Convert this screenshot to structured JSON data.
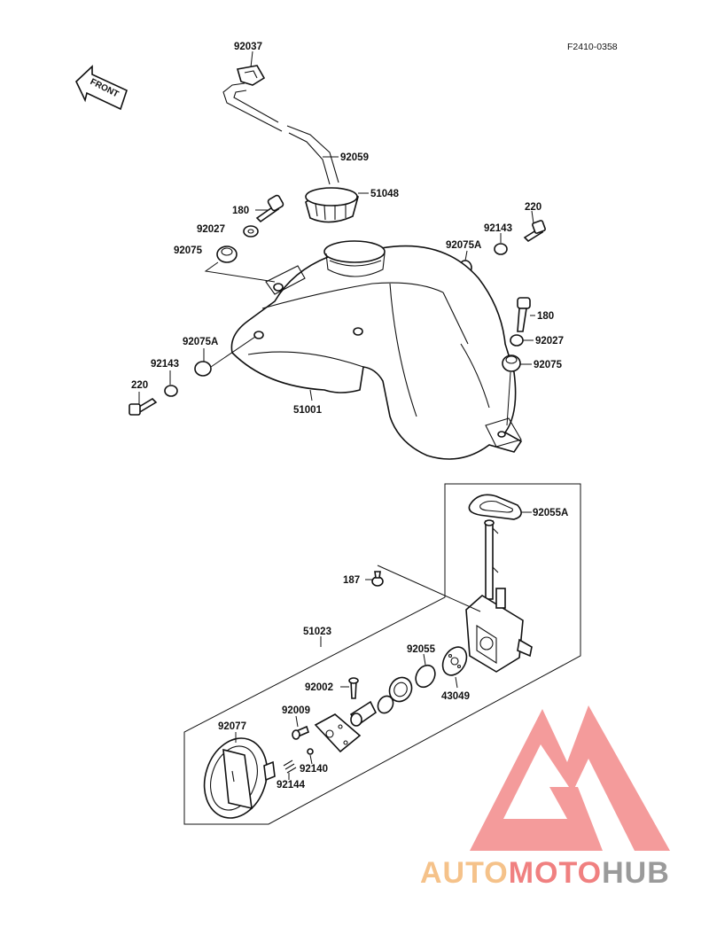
{
  "diagram": {
    "reference_code": "F2410-0358",
    "front_label": "FRONT",
    "parts": [
      {
        "id": "p92037",
        "label": "92037"
      },
      {
        "id": "p92059",
        "label": "92059"
      },
      {
        "id": "p51048",
        "label": "51048"
      },
      {
        "id": "p180a",
        "label": "180"
      },
      {
        "id": "p92027a",
        "label": "92027"
      },
      {
        "id": "p92075a",
        "label": "92075"
      },
      {
        "id": "p220a",
        "label": "220"
      },
      {
        "id": "p92143a",
        "label": "92143"
      },
      {
        "id": "p92075Aa",
        "label": "92075A"
      },
      {
        "id": "p180b",
        "label": "180"
      },
      {
        "id": "p92027b",
        "label": "92027"
      },
      {
        "id": "p92075b",
        "label": "92075"
      },
      {
        "id": "p92075Ab",
        "label": "92075A"
      },
      {
        "id": "p92143b",
        "label": "92143"
      },
      {
        "id": "p220b",
        "label": "220"
      },
      {
        "id": "p51001",
        "label": "51001"
      },
      {
        "id": "p92055A",
        "label": "92055A"
      },
      {
        "id": "p187",
        "label": "187"
      },
      {
        "id": "p51023",
        "label": "51023"
      },
      {
        "id": "p92055",
        "label": "92055"
      },
      {
        "id": "p43049",
        "label": "43049"
      },
      {
        "id": "p92002",
        "label": "92002"
      },
      {
        "id": "p92009",
        "label": "92009"
      },
      {
        "id": "p92077",
        "label": "92077"
      },
      {
        "id": "p92140",
        "label": "92140"
      },
      {
        "id": "p92144",
        "label": "92144"
      }
    ]
  },
  "watermark": {
    "part1": "AUTO",
    "part2": "MOTO",
    "part3": "HUB",
    "color1": "#f5c28a",
    "color2": "#f08080",
    "color3": "#9a9a9a",
    "logo_color": "#f28a8a"
  }
}
